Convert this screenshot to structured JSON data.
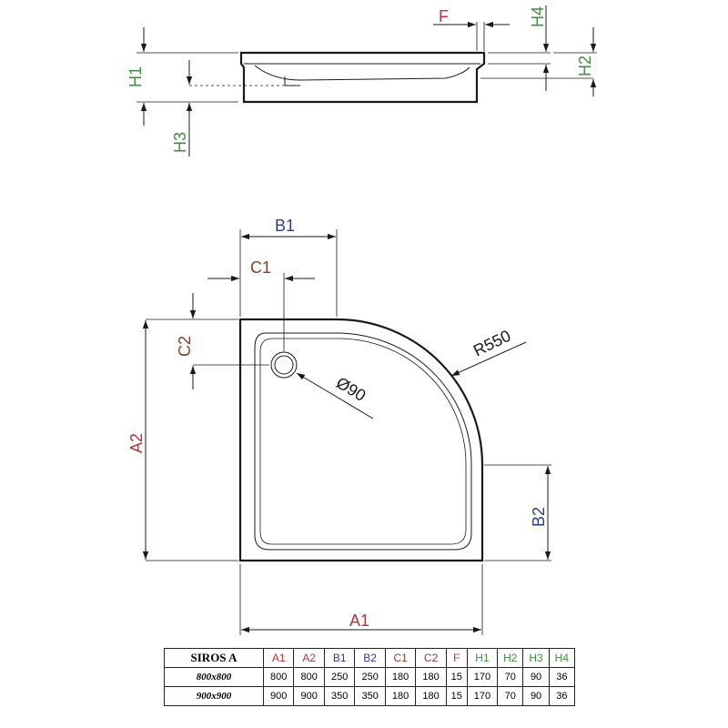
{
  "colors": {
    "a": "#b5333a",
    "b": "#2f3d8c",
    "c": "#8a3d2c",
    "h": "#3f8f3f",
    "f": "#c0304a",
    "line": "#1a1a1a"
  },
  "labels": {
    "F": "F",
    "H4": "H4",
    "H1": "H1",
    "H2": "H2",
    "H3": "H3",
    "B1": "B1",
    "C1": "C1",
    "C2": "C2",
    "A2": "A2",
    "A1": "A1",
    "B2": "B2",
    "R": "R550",
    "D": "Ø90"
  },
  "table": {
    "model": "SIROS A",
    "headers": [
      "A1",
      "A2",
      "B1",
      "B2",
      "C1",
      "C2",
      "F",
      "H1",
      "H2",
      "H3",
      "H4"
    ],
    "header_colors": [
      "a",
      "a",
      "b",
      "b",
      "c",
      "c",
      "f",
      "h",
      "h",
      "h",
      "h"
    ],
    "rows": [
      {
        "size": "800x800",
        "values": [
          "800",
          "800",
          "250",
          "250",
          "180",
          "180",
          "15",
          "170",
          "70",
          "90",
          "36"
        ]
      },
      {
        "size": "900x900",
        "values": [
          "900",
          "900",
          "350",
          "350",
          "180",
          "180",
          "15",
          "170",
          "70",
          "90",
          "36"
        ]
      }
    ]
  }
}
